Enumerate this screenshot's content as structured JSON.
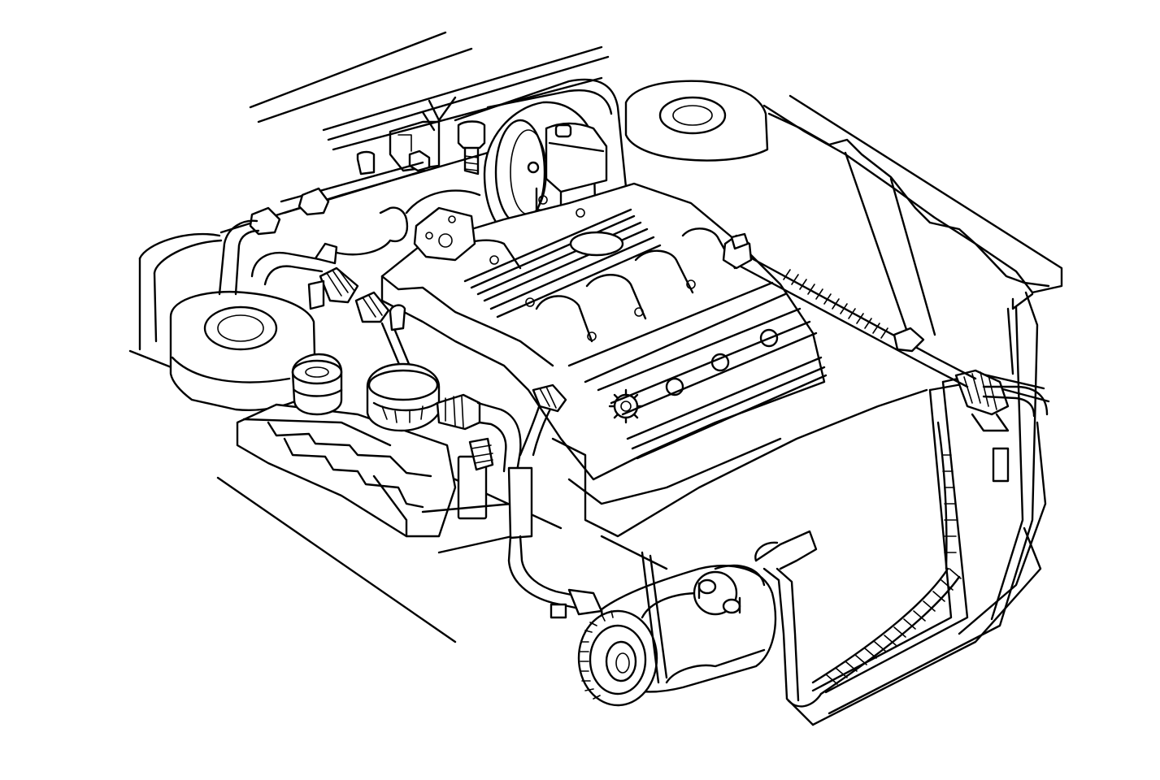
{
  "diagram": {
    "subject": "engine-compartment",
    "line_color": "#000000",
    "background": "#ffffff",
    "icons": [
      "strut-tower-left",
      "strut-tower-right",
      "brake-booster",
      "master-cylinder",
      "intake-manifold-cover",
      "ac-compressor",
      "condenser",
      "accumulator",
      "battery",
      "hose-lines",
      "hood-edge"
    ]
  }
}
